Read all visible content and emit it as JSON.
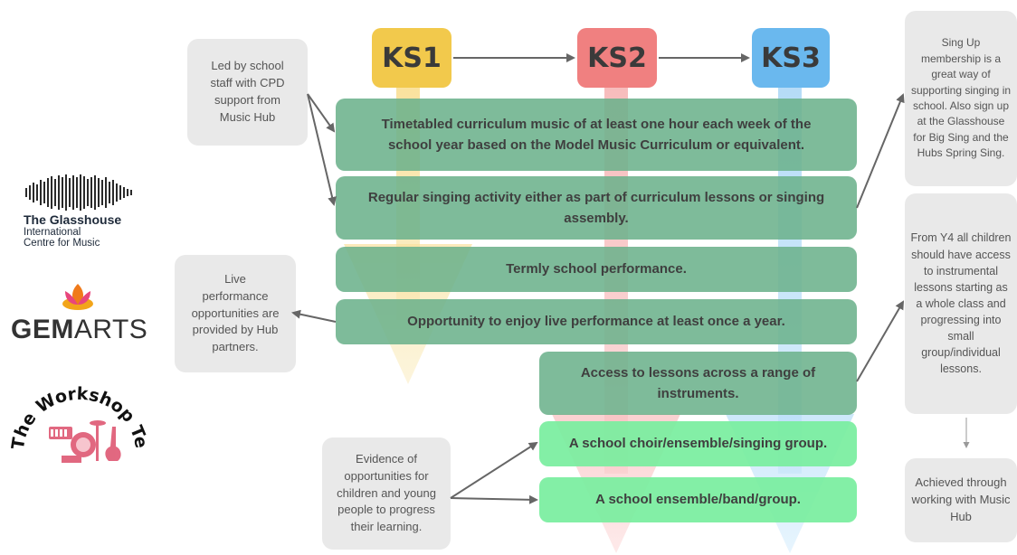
{
  "colors": {
    "ks1": "#f2c94c",
    "ks2": "#f08080",
    "ks3": "#6ab8ee",
    "bar_dark": "#6cb28c",
    "bar_light": "#78ee9e",
    "note_bg": "#e9e9e9",
    "arrow": "#6b6b6b"
  },
  "logos": {
    "glasshouse": {
      "name": "The Glasshouse",
      "line2": "International",
      "line3": "Centre for Music",
      "icon": "soundwave-icon"
    },
    "gemarts": {
      "bold": "GEM",
      "light": "ARTS",
      "icon": "lotus-icon"
    },
    "workshop": {
      "text": "The Workshop Team",
      "icon": "instruments-icon"
    }
  },
  "stages": [
    "KS1",
    "KS2",
    "KS3"
  ],
  "notes": {
    "staff": "Led by school staff with CPD support from Music Hub",
    "live": "Live performance opportunities are provided by Hub partners.",
    "evidence": "Evidence of opportunities for children and young people to progress their learning.",
    "singup": "Sing Up membership is a great way of supporting singing in school. Also sign up at the Glasshouse for Big Sing and the Hubs Spring Sing.",
    "y4": "From Y4 all children should have access to instrumental lessons starting as a whole class and progressing into small group/individual lessons.",
    "achieved": "Achieved through working with Music Hub"
  },
  "activities": {
    "curriculum": "Timetabled curriculum music of at least one hour each week of the school year based on the Model Music Curriculum or equivalent.",
    "singing": "Regular singing activity either as part of curriculum lessons or singing assembly.",
    "termly": "Termly school performance.",
    "live": "Opportunity to enjoy live performance at least once a year.",
    "lessons": "Access to lessons across a range of instruments.",
    "choir": "A school choir/ensemble/singing group.",
    "band": "A school ensemble/band/group."
  }
}
